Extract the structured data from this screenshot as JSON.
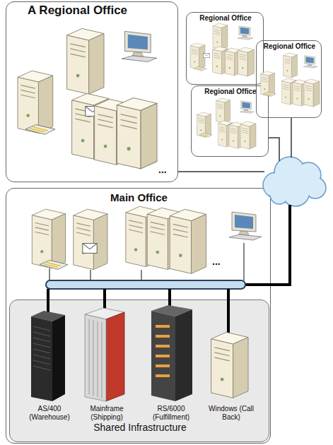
{
  "diagram": {
    "nodes": [
      {
        "text": [
          "A Regional Office"
        ]
      },
      {
        "text": [
          "Regional Office"
        ]
      },
      {
        "text": [
          "Regional Office"
        ]
      },
      {
        "text": [
          "Regional Office"
        ]
      },
      {
        "text": [
          "Main Office"
        ]
      },
      {
        "text": [
          "Shared Infrastructure"
        ],
        "in": 4
      },
      {
        "text": [
          "AS/400 (Warehouse)"
        ],
        "in": 5
      },
      {
        "text": [
          "Mainframe (Shipping)"
        ],
        "in": 5
      },
      {
        "text": [
          "RS/6000 (Fulfillment)"
        ],
        "in": 5
      },
      {
        "text": [
          "Windows (Call Back)"
        ],
        "in": 5
      }
    ],
    "labels": [
      "...",
      "..."
    ]
  }
}
